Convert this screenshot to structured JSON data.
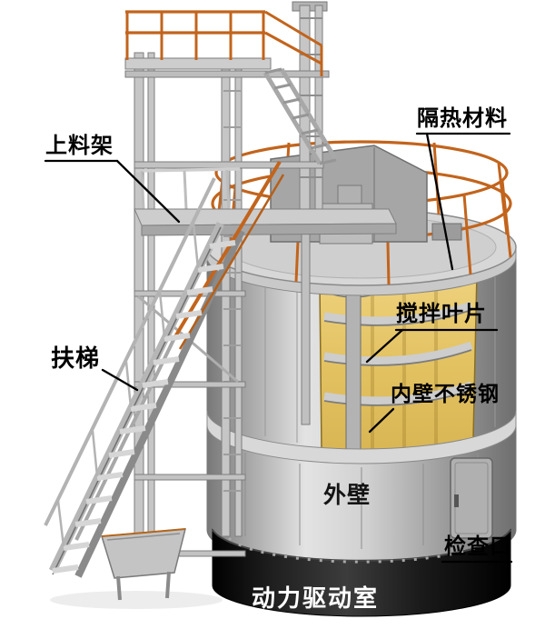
{
  "diagram": {
    "labels": {
      "loading_rack": "上料架",
      "insulation": "隔热材料",
      "ladder": "扶梯",
      "mixing_blades": "搅拌叶片",
      "inner_wall": "内壁不锈钢",
      "outer_wall": "外壁",
      "inspection_port": "检查口",
      "drive_room": "动力驱动室"
    },
    "colors": {
      "railing_orange": "#c2641c",
      "insulation_yellow": "#e3c262",
      "tank_gray": "#bdbdbd",
      "base_black": "#151515",
      "leader_black": "#000000",
      "drive_room_text": "#ffffff",
      "background": "#ffffff"
    }
  }
}
